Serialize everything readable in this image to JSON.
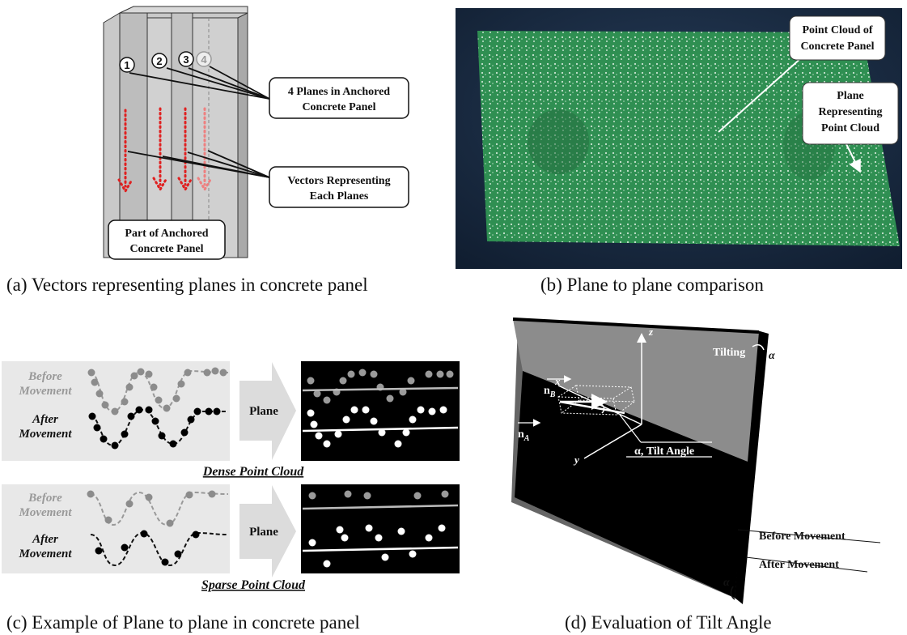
{
  "panel_a": {
    "caption": "(a) Vectors representing planes in concrete panel",
    "plane_numbers": [
      "1",
      "2",
      "3",
      "4"
    ],
    "callout_planes": [
      "4 Planes in Anchored",
      "Concrete Panel"
    ],
    "callout_vectors": [
      "Vectors Representing",
      "Each Planes"
    ],
    "callout_part": [
      "Part of Anchored",
      "Concrete Panel"
    ]
  },
  "panel_b": {
    "caption": "(b) Plane to plane comparison",
    "callout_cloud": [
      "Point Cloud of",
      "Concrete Panel"
    ],
    "callout_plane": [
      "Plane",
      "Representing",
      "Point Cloud"
    ]
  },
  "panel_c": {
    "caption": "(c) Example of Plane to plane in concrete panel",
    "before_label": [
      "Before",
      "Movement"
    ],
    "after_label": [
      "After",
      "Movement"
    ],
    "plane_label": "Plane",
    "dense_label": "Dense Point Cloud",
    "sparse_label": "Sparse Point Cloud"
  },
  "panel_d": {
    "caption": "(d) Evaluation of Tilt Angle",
    "tilting": "Tilting",
    "alpha": "α",
    "axis_z": "z",
    "axis_x": "x",
    "axis_y": "y",
    "nB": "n",
    "nB_sub": "B",
    "nA": "n",
    "nA_sub": "A",
    "tilt_angle": "α, Tilt Angle",
    "before_movement": "Before Movement",
    "after_movement": "After Movement"
  },
  "colors": {
    "concrete": "#c8c8c8",
    "vector_red": "#e02020",
    "cloud_green": "#2f8f52",
    "background_navy": "#1b2d45",
    "before_gray": "#8a8a8a",
    "after_black": "#000000"
  }
}
